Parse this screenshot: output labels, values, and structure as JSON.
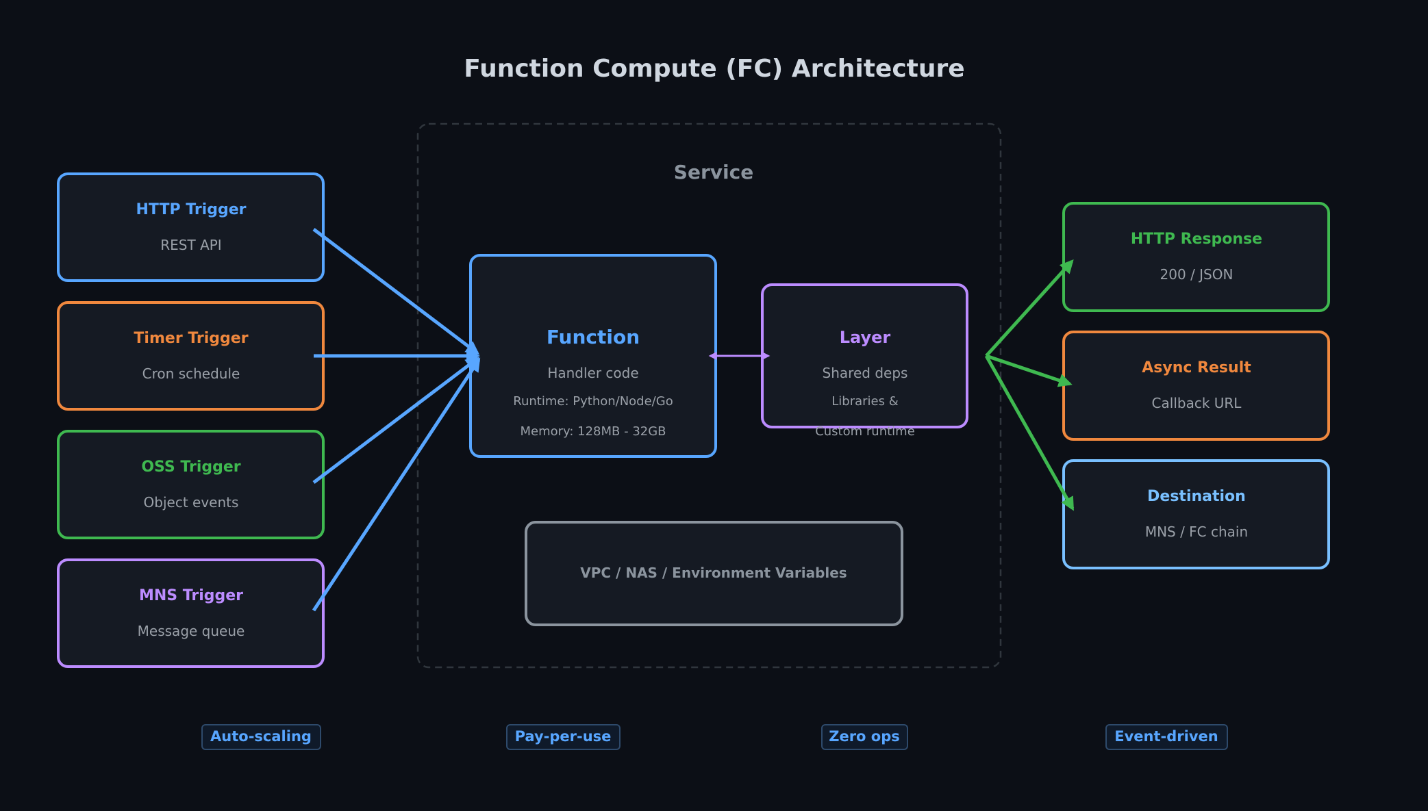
{
  "title": "Function Compute (FC) Architecture",
  "colors": {
    "background": "#0c0f16",
    "box_fill": "#151a23",
    "title": "#d0d7e0",
    "sub_text": "#9aa0a8",
    "blue": "#58a6ff",
    "orange": "#f0883e",
    "green": "#3fb950",
    "purple": "#bc8cff",
    "light_blue": "#79c0ff",
    "gray": "#8b949e",
    "dashed": "#30363d",
    "pill_border": "#2e4a6b",
    "pill_fill": "#0f1a2a"
  },
  "service": {
    "label": "Service",
    "function": {
      "title": "Function",
      "line1": "Handler code",
      "line2": "Runtime: Python/Node/Go",
      "line3": "Memory: 128MB - 32GB"
    },
    "layer": {
      "title": "Layer",
      "line1": "Shared deps",
      "line2": "Libraries &",
      "line3": "Custom runtime"
    },
    "vpc": {
      "label": "VPC / NAS / Environment Variables"
    }
  },
  "triggers": [
    {
      "title": "HTTP Trigger",
      "subtitle": "REST API",
      "color": "#58a6ff"
    },
    {
      "title": "Timer Trigger",
      "subtitle": "Cron schedule",
      "color": "#f0883e"
    },
    {
      "title": "OSS Trigger",
      "subtitle": "Object events",
      "color": "#3fb950"
    },
    {
      "title": "MNS Trigger",
      "subtitle": "Message queue",
      "color": "#bc8cff"
    }
  ],
  "outputs": [
    {
      "title": "HTTP Response",
      "subtitle": "200 / JSON",
      "color": "#3fb950"
    },
    {
      "title": "Async Result",
      "subtitle": "Callback URL",
      "color": "#f0883e"
    },
    {
      "title": "Destination",
      "subtitle": "MNS / FC chain",
      "color": "#79c0ff"
    }
  ],
  "features": [
    "Auto-scaling",
    "Pay-per-use",
    "Zero ops",
    "Event-driven"
  ]
}
